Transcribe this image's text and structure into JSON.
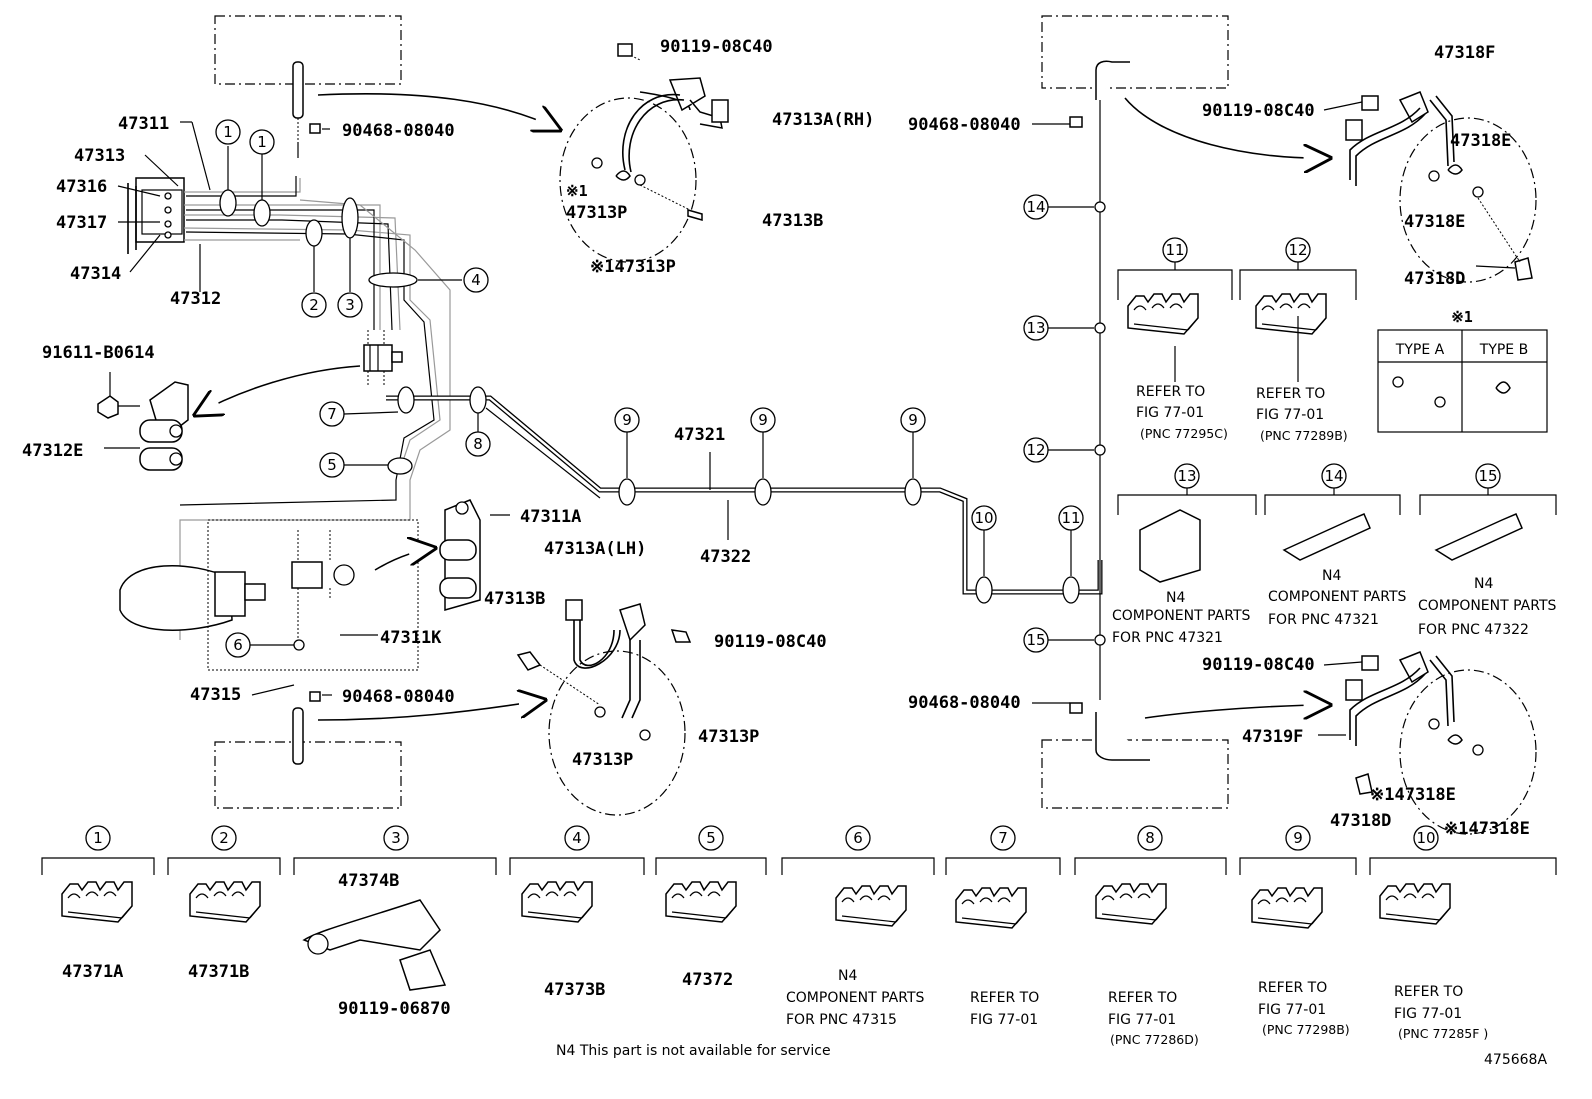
{
  "diagram_id": "475668A",
  "footnote": "N4 This part is not available for service",
  "type_table": {
    "title": "※1",
    "type_a": "TYPE A",
    "type_b": "TYPE B"
  },
  "parts": {
    "p47311": "47311",
    "p47313": "47313",
    "p47316": "47316",
    "p47317": "47317",
    "p47314": "47314",
    "p47312": "47312",
    "bolt_top": "90119-08C40",
    "clip_top": "90468-08040",
    "p47313a_rh": "47313A(RH)",
    "p47313p_1": "47313P",
    "p47313p_1_mark": "※1",
    "p47313b_top": "47313B",
    "p47313p_2": "※147313P",
    "p91611": "91611-B0614",
    "p47312e": "47312E",
    "p47321": "47321",
    "p47322": "47322",
    "p47311a": "47311A",
    "p47313a_lh": "47313A(LH)",
    "p47313b_bot": "47313B",
    "bolt_mid": "90119-08C40",
    "p47311k": "47311K",
    "p47315": "47315",
    "clip_bot": "90468-08040",
    "p47313p_3": "47313P",
    "p47313p_4": "47313P",
    "clip_right_top": "90468-08040",
    "bolt_right_top": "90119-08C40",
    "p47318f": "47318F",
    "p47318e_1": "47318E",
    "p47318e_2": "47318E",
    "p47318d_1": "47318D",
    "bolt_right_bot": "90119-08C40",
    "clip_right_bot": "90468-08040",
    "p47319f": "47319F",
    "p47318d_2": "47318D",
    "p47318e_3": "※147318E",
    "p47318e_4": "※147318E"
  },
  "callouts": {
    "c1": "1",
    "c2": "2",
    "c3": "3",
    "c4": "4",
    "c5": "5",
    "c6": "6",
    "c7": "7",
    "c8": "8",
    "c9": "9",
    "c10": "10",
    "c11": "11",
    "c12": "12",
    "c13": "13",
    "c14": "14",
    "c15": "15"
  },
  "right_clamps": {
    "c11": {
      "num": "11",
      "l1": "REFER TO",
      "l2": "FIG 77-01",
      "l3": "(PNC 77295C)"
    },
    "c12": {
      "num": "12",
      "l1": "REFER TO",
      "l2": "FIG 77-01",
      "l3": "(PNC 77289B)"
    },
    "c13": {
      "num": "13",
      "l1": "N4",
      "l2": "COMPONENT PARTS",
      "l3": "FOR PNC 47321"
    },
    "c14": {
      "num": "14",
      "l1": "N4",
      "l2": "COMPONENT PARTS",
      "l3": "FOR PNC 47321"
    },
    "c15": {
      "num": "15",
      "l1": "N4",
      "l2": "COMPONENT PARTS",
      "l3": "FOR PNC 47322"
    }
  },
  "bottom_clamps": [
    {
      "num": "1",
      "part": "47371A"
    },
    {
      "num": "2",
      "part": "47371B"
    },
    {
      "num": "3",
      "part": "47374B",
      "part2": "90119-06870"
    },
    {
      "num": "4",
      "part": "47373B"
    },
    {
      "num": "5",
      "part": "47372"
    },
    {
      "num": "6",
      "l1": "N4",
      "l2": "COMPONENT PARTS",
      "l3": "FOR PNC 47315"
    },
    {
      "num": "7",
      "l1": "REFER TO",
      "l2": "FIG 77-01"
    },
    {
      "num": "8",
      "l1": "REFER TO",
      "l2": "FIG 77-01",
      "l3": "(PNC 77286D)"
    },
    {
      "num": "9",
      "l1": "REFER TO",
      "l2": "FIG 77-01",
      "l3": "(PNC 77298B)"
    },
    {
      "num": "10",
      "l1": "REFER TO",
      "l2": "FIG 77-01",
      "l3": "(PNC 77285F )"
    }
  ]
}
